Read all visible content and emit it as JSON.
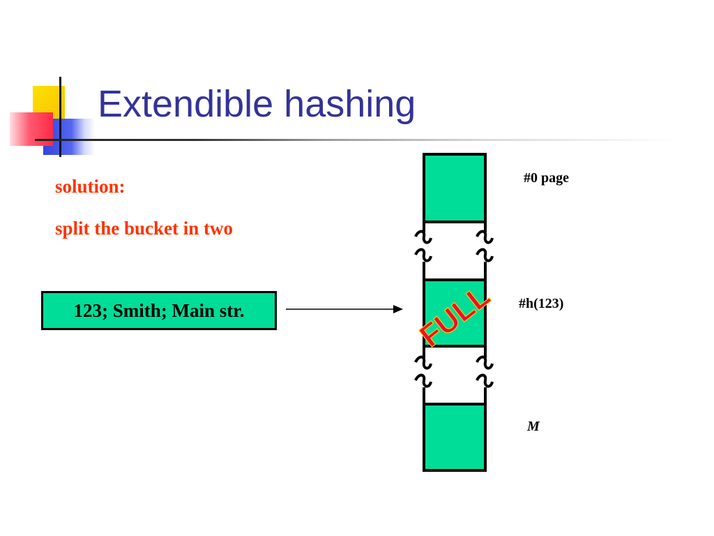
{
  "slide": {
    "title": "Extendible hashing",
    "solution_label": "solution:",
    "solution_text": "split the bucket in two"
  },
  "record": {
    "text": "123; Smith; Main str."
  },
  "buckets": {
    "page0_label": "#0 page",
    "hash_label": "#h(123)",
    "last_label": "M",
    "full_stamp": "FULL"
  },
  "colors": {
    "bucket_fill": "#00dd99",
    "title_color": "#333399",
    "accent_red": "#ff3300",
    "stamp_red": "#e8112d"
  }
}
